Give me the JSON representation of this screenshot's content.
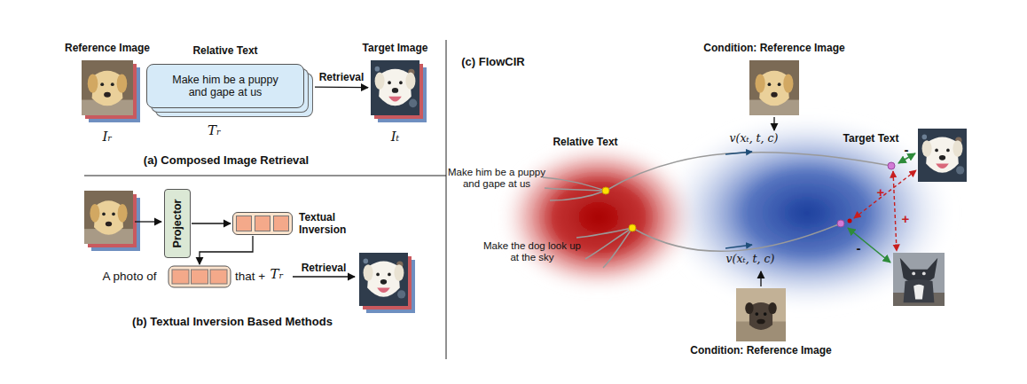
{
  "diagram": {
    "nodes": [
      {
        "text": [
          "Reference Image",
          "Iᵣ"
        ]
      },
      {
        "text": [
          "Relative Text",
          "Make him be a puppy and gape at us",
          "Tᵣ"
        ]
      },
      {
        "text": [
          "Target Image",
          "Iₜ"
        ]
      },
      {
        "text": [
          "Projector"
        ]
      },
      {
        "text": [
          "Textual Inversion"
        ]
      },
      {
        "text": [
          "Condition: Reference Image"
        ]
      },
      {
        "text": [
          "Condition: Reference Image"
        ]
      }
    ],
    "edges": [
      {
        "from": 1,
        "to": 2,
        "arrow": "to",
        "label": "Retrieval"
      },
      {
        "from": 3,
        "to": 4,
        "arrow": "to"
      }
    ],
    "labels": [
      "(a) Composed Image Retrieval",
      "A photo of",
      "that +",
      "Tᵣ",
      "Retrieval",
      "(b) Textual Inversion Based Methods",
      "(c) FlowCIR",
      "Relative Text",
      "Make him be a puppy and gape at us",
      "Make the dog look up at the sky",
      "v(xₜ, t, c)",
      "v(xₜ, t, c)",
      "Target Text",
      "-",
      "-",
      "+",
      "+"
    ]
  }
}
